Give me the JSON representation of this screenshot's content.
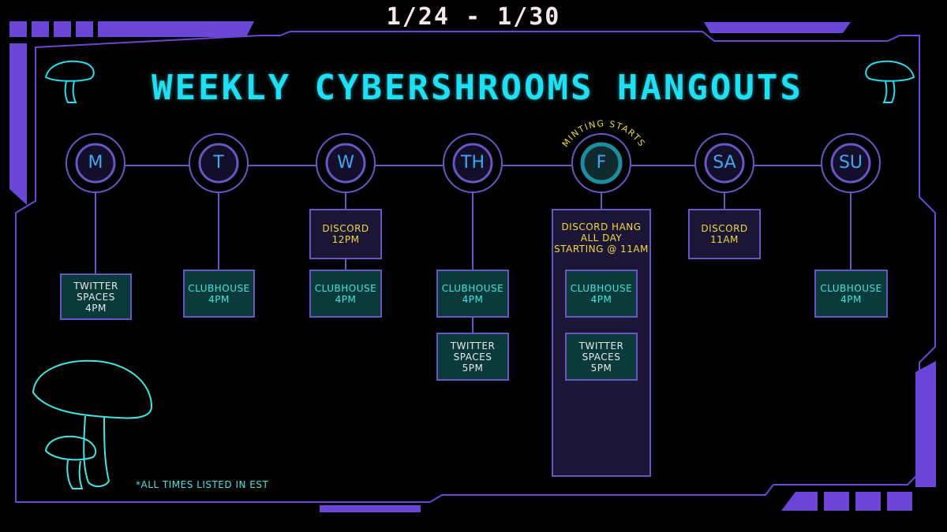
{
  "date_range": "1/24 - 1/30",
  "title": "WEEKLY CYBERSHROOMS HANGOUTS",
  "minting_label": "MINTING STARTS",
  "footnote": "*ALL TIMES LISTED IN EST",
  "colors": {
    "accent_purple": "#6a55c4",
    "title_cyan": "#1ee0f2",
    "event_teal": "#0b3a3a",
    "event_purple": "#1b1536",
    "yellow": "#f1da3a"
  },
  "icons": [
    "mushroom-icon",
    "mushroom-icon",
    "mushroom-cluster-icon"
  ],
  "days": [
    {
      "label": "M",
      "events": [
        {
          "text": "TWITTER\nSPACES\n4PM",
          "style": "teal-white"
        }
      ]
    },
    {
      "label": "T",
      "events": [
        {
          "text": "CLUBHOUSE\n4PM",
          "style": "teal"
        }
      ]
    },
    {
      "label": "W",
      "events": [
        {
          "text": "DISCORD\n12PM",
          "style": "purple"
        },
        {
          "text": "CLUBHOUSE\n4PM",
          "style": "teal"
        }
      ]
    },
    {
      "label": "TH",
      "events": [
        {
          "text": "CLUBHOUSE\n4PM",
          "style": "teal"
        },
        {
          "text": "TWITTER\nSPACES\n5PM",
          "style": "teal-white"
        }
      ]
    },
    {
      "label": "F",
      "header": "DISCORD HANG\nALL DAY\nSTARTING @ 11AM",
      "events": [
        {
          "text": "CLUBHOUSE\n4PM",
          "style": "teal"
        },
        {
          "text": "TWITTER\nSPACES\n5PM",
          "style": "teal-white"
        }
      ]
    },
    {
      "label": "SA",
      "events": [
        {
          "text": "DISCORD\n11AM",
          "style": "purple"
        }
      ]
    },
    {
      "label": "SU",
      "events": [
        {
          "text": "CLUBHOUSE\n4PM",
          "style": "teal"
        }
      ]
    }
  ]
}
